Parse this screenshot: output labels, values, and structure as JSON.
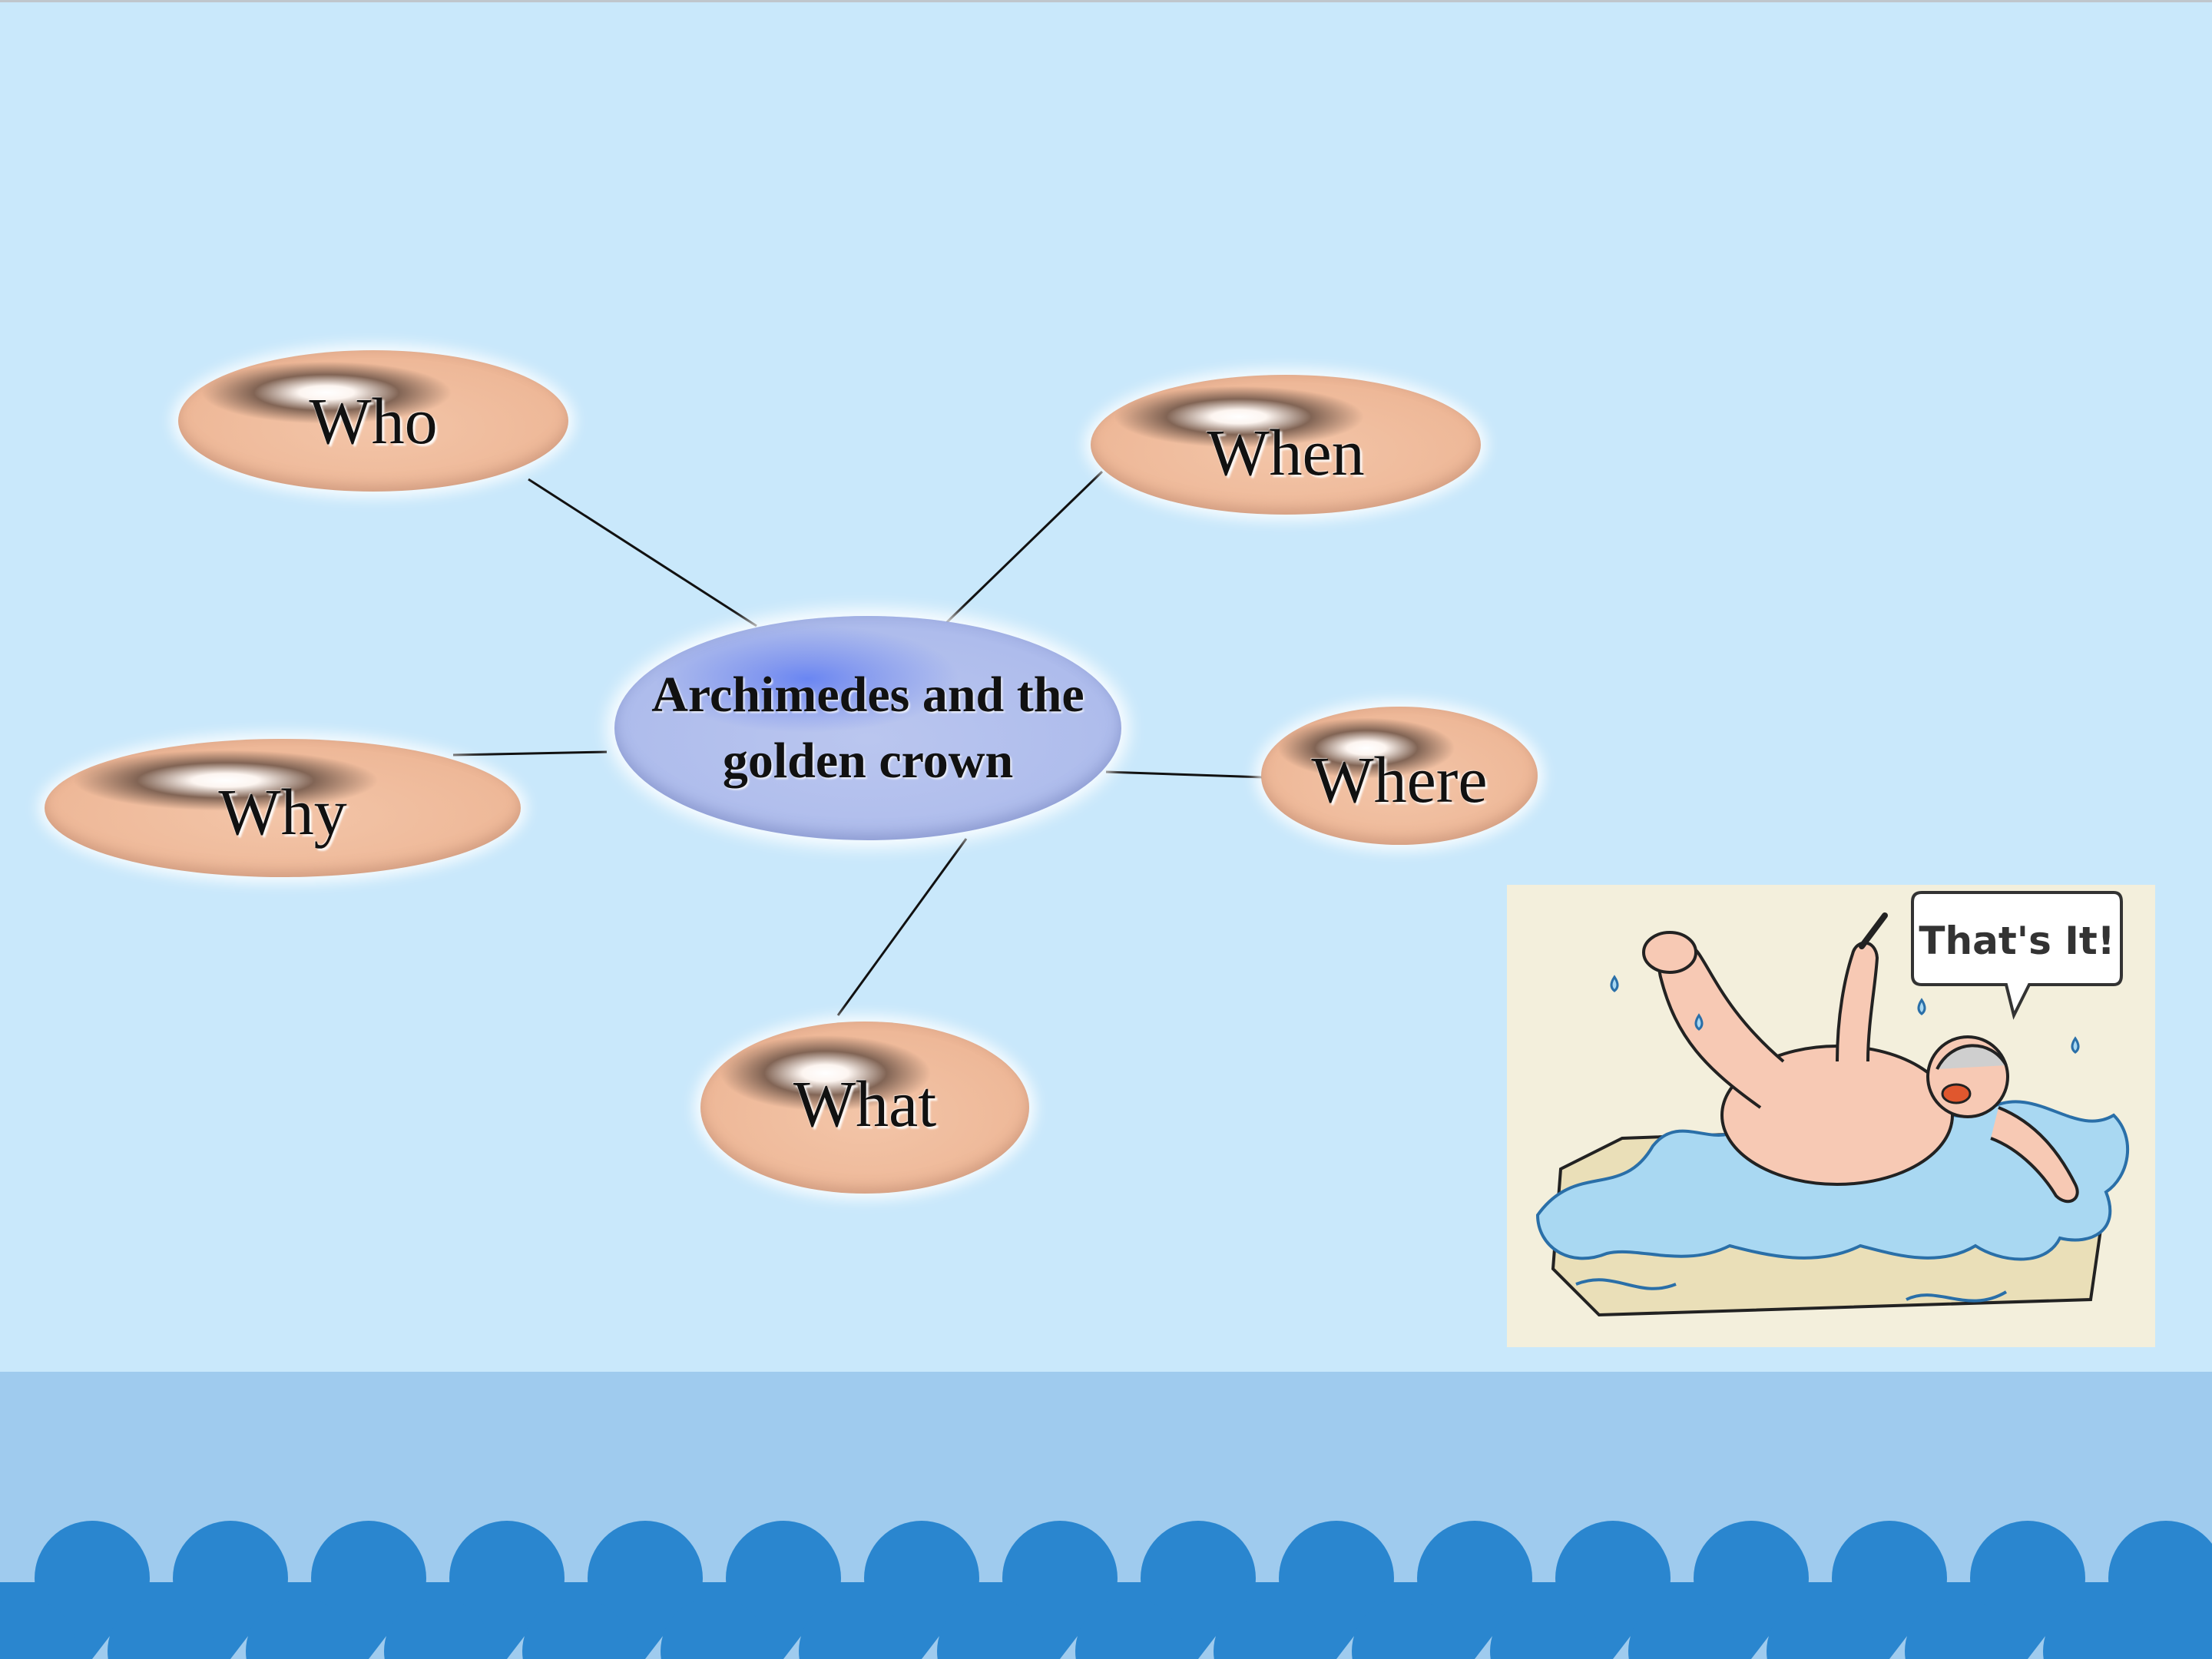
{
  "diagram": {
    "center": {
      "label": "Archimedes and the golden crown"
    },
    "nodes": [
      {
        "id": "who",
        "label": "Who"
      },
      {
        "id": "when",
        "label": "When"
      },
      {
        "id": "why",
        "label": "Why"
      },
      {
        "id": "where",
        "label": "Where"
      },
      {
        "id": "what",
        "label": "What"
      }
    ],
    "edges": [
      {
        "from": "center",
        "to": "who"
      },
      {
        "from": "center",
        "to": "when"
      },
      {
        "from": "center",
        "to": "why"
      },
      {
        "from": "center",
        "to": "where"
      },
      {
        "from": "center",
        "to": "what"
      }
    ]
  },
  "illustration": {
    "speech_bubble": "That's It!"
  },
  "colors": {
    "background": "#c9e8fb",
    "node_fill": "#f0bb9c",
    "center_fill": "#aebcec",
    "footer_band": "#9fcbee",
    "wave_blue": "#2a86cf",
    "connector": "#111111"
  }
}
